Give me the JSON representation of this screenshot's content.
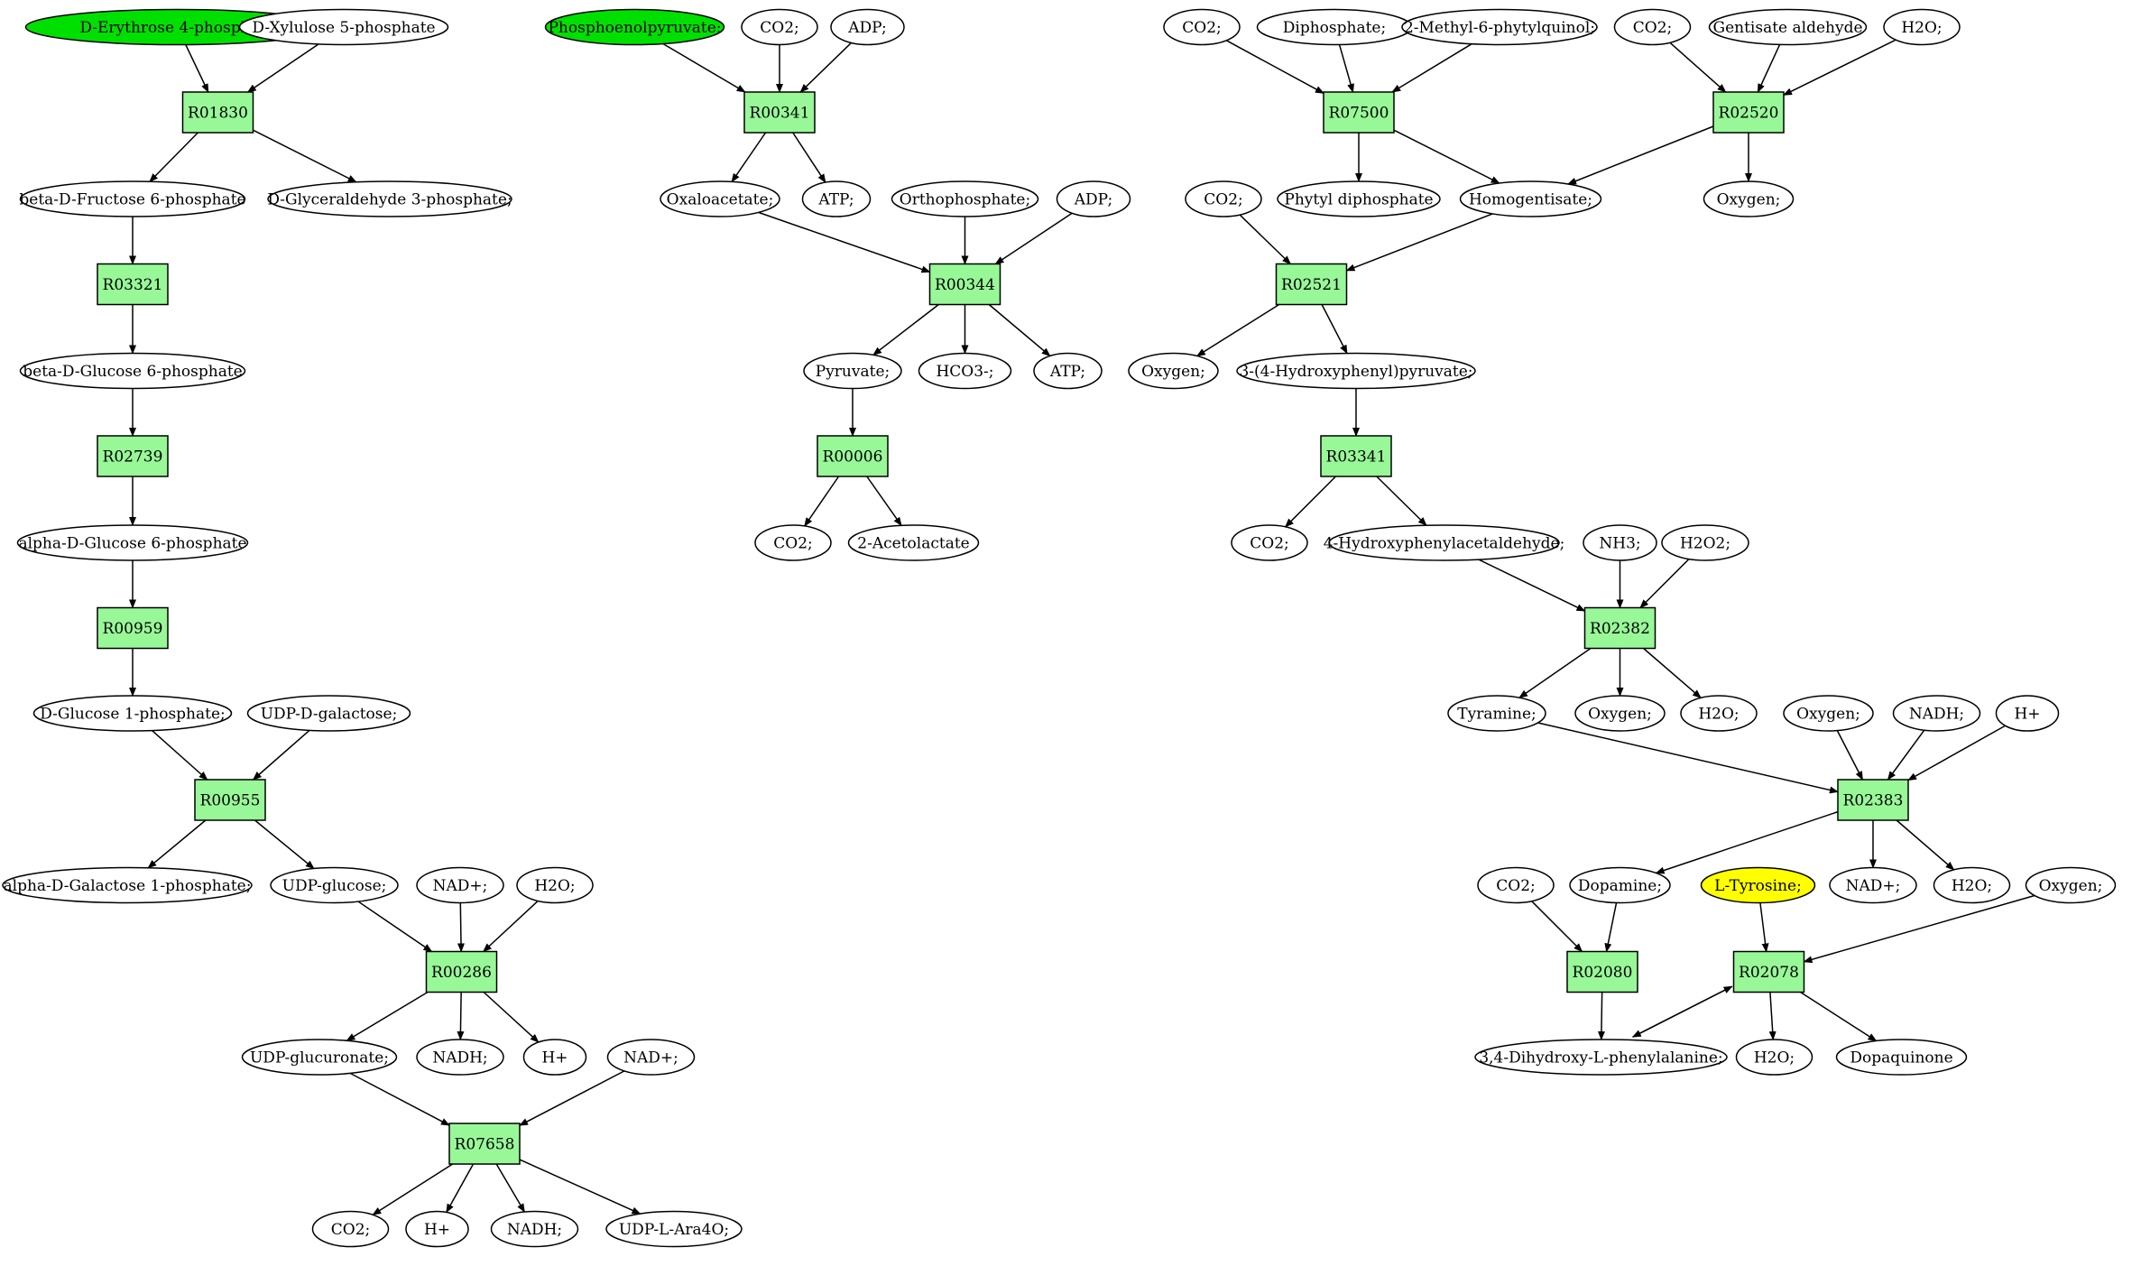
{
  "colors": {
    "start": "#00e000",
    "target": "#ffff00",
    "reaction": "#98f898",
    "compound": "#ffffff"
  },
  "nodes": [
    {
      "id": "c_e4p",
      "kind": "compound",
      "label": "D-Erythrose 4-phosphate",
      "style": "start"
    },
    {
      "id": "c_x5p",
      "kind": "compound",
      "label": "D-Xylulose 5-phosphate"
    },
    {
      "id": "r_R01830",
      "kind": "reaction",
      "label": "R01830"
    },
    {
      "id": "c_bdf6p",
      "kind": "compound",
      "label": "beta-D-Fructose 6-phosphate"
    },
    {
      "id": "c_g3p",
      "kind": "compound",
      "label": "D-Glyceraldehyde 3-phosphate;"
    },
    {
      "id": "r_R03321",
      "kind": "reaction",
      "label": "R03321"
    },
    {
      "id": "c_bdg6p",
      "kind": "compound",
      "label": "beta-D-Glucose 6-phosphate"
    },
    {
      "id": "r_R02739",
      "kind": "reaction",
      "label": "R02739"
    },
    {
      "id": "c_adg6p",
      "kind": "compound",
      "label": "alpha-D-Glucose 6-phosphate"
    },
    {
      "id": "r_R00959",
      "kind": "reaction",
      "label": "R00959"
    },
    {
      "id": "c_dg1p",
      "kind": "compound",
      "label": "D-Glucose 1-phosphate;"
    },
    {
      "id": "c_udpgal",
      "kind": "compound",
      "label": "UDP-D-galactose;"
    },
    {
      "id": "r_R00955",
      "kind": "reaction",
      "label": "R00955"
    },
    {
      "id": "c_adgal1p",
      "kind": "compound",
      "label": "alpha-D-Galactose 1-phosphate;"
    },
    {
      "id": "c_udpglc",
      "kind": "compound",
      "label": "UDP-glucose;"
    },
    {
      "id": "c_nadp1",
      "kind": "compound",
      "label": "NAD+;"
    },
    {
      "id": "c_h2o1",
      "kind": "compound",
      "label": "H2O;"
    },
    {
      "id": "r_R00286",
      "kind": "reaction",
      "label": "R00286"
    },
    {
      "id": "c_udpglcA",
      "kind": "compound",
      "label": "UDP-glucuronate;"
    },
    {
      "id": "c_nadh1",
      "kind": "compound",
      "label": "NADH;"
    },
    {
      "id": "c_hp1",
      "kind": "compound",
      "label": "H+"
    },
    {
      "id": "c_nadp2",
      "kind": "compound",
      "label": "NAD+;"
    },
    {
      "id": "r_R07658",
      "kind": "reaction",
      "label": "R07658"
    },
    {
      "id": "c_co2a",
      "kind": "compound",
      "label": "CO2;"
    },
    {
      "id": "c_hp2",
      "kind": "compound",
      "label": "H+"
    },
    {
      "id": "c_nadh2",
      "kind": "compound",
      "label": "NADH;"
    },
    {
      "id": "c_udpara",
      "kind": "compound",
      "label": "UDP-L-Ara4O;"
    },
    {
      "id": "c_pep",
      "kind": "compound",
      "label": "Phosphoenolpyruvate;",
      "style": "start"
    },
    {
      "id": "c_co2b",
      "kind": "compound",
      "label": "CO2;"
    },
    {
      "id": "c_adp1",
      "kind": "compound",
      "label": "ADP;"
    },
    {
      "id": "r_R00341",
      "kind": "reaction",
      "label": "R00341"
    },
    {
      "id": "c_oaa",
      "kind": "compound",
      "label": "Oxaloacetate;"
    },
    {
      "id": "c_atp1",
      "kind": "compound",
      "label": "ATP;"
    },
    {
      "id": "c_pi",
      "kind": "compound",
      "label": "Orthophosphate;"
    },
    {
      "id": "c_adp2",
      "kind": "compound",
      "label": "ADP;"
    },
    {
      "id": "r_R00344",
      "kind": "reaction",
      "label": "R00344"
    },
    {
      "id": "c_pyr",
      "kind": "compound",
      "label": "Pyruvate;"
    },
    {
      "id": "c_hco3",
      "kind": "compound",
      "label": "HCO3-;"
    },
    {
      "id": "c_atp2",
      "kind": "compound",
      "label": "ATP;"
    },
    {
      "id": "r_R00006",
      "kind": "reaction",
      "label": "R00006"
    },
    {
      "id": "c_co2c",
      "kind": "compound",
      "label": "CO2;"
    },
    {
      "id": "c_acl",
      "kind": "compound",
      "label": "2-Acetolactate"
    },
    {
      "id": "c_co2d",
      "kind": "compound",
      "label": "CO2;"
    },
    {
      "id": "c_ppi",
      "kind": "compound",
      "label": "Diphosphate;"
    },
    {
      "id": "c_mpq",
      "kind": "compound",
      "label": "2-Methyl-6-phytylquinol;"
    },
    {
      "id": "c_co2e",
      "kind": "compound",
      "label": "CO2;"
    },
    {
      "id": "c_gald",
      "kind": "compound",
      "label": "Gentisate aldehyde"
    },
    {
      "id": "c_h2o2a",
      "kind": "compound",
      "label": "H2O;"
    },
    {
      "id": "r_R07500",
      "kind": "reaction",
      "label": "R07500"
    },
    {
      "id": "r_R02520",
      "kind": "reaction",
      "label": "R02520"
    },
    {
      "id": "c_phpp",
      "kind": "compound",
      "label": "Phytyl diphosphate"
    },
    {
      "id": "c_hga",
      "kind": "compound",
      "label": "Homogentisate;"
    },
    {
      "id": "c_oxy1",
      "kind": "compound",
      "label": "Oxygen;"
    },
    {
      "id": "c_co2f",
      "kind": "compound",
      "label": "CO2;"
    },
    {
      "id": "r_R02521",
      "kind": "reaction",
      "label": "R02521"
    },
    {
      "id": "c_oxy2",
      "kind": "compound",
      "label": "Oxygen;"
    },
    {
      "id": "c_hpp",
      "kind": "compound",
      "label": "3-(4-Hydroxyphenyl)pyruvate;"
    },
    {
      "id": "r_R03341",
      "kind": "reaction",
      "label": "R03341"
    },
    {
      "id": "c_co2g",
      "kind": "compound",
      "label": "CO2;"
    },
    {
      "id": "c_hpa",
      "kind": "compound",
      "label": "4-Hydroxyphenylacetaldehyde;"
    },
    {
      "id": "c_nh3",
      "kind": "compound",
      "label": "NH3;"
    },
    {
      "id": "c_h2o2",
      "kind": "compound",
      "label": "H2O2;"
    },
    {
      "id": "r_R02382",
      "kind": "reaction",
      "label": "R02382"
    },
    {
      "id": "c_tyr",
      "kind": "compound",
      "label": "Tyramine;"
    },
    {
      "id": "c_oxy3",
      "kind": "compound",
      "label": "Oxygen;"
    },
    {
      "id": "c_h2o3",
      "kind": "compound",
      "label": "H2O;"
    },
    {
      "id": "c_oxy4",
      "kind": "compound",
      "label": "Oxygen;"
    },
    {
      "id": "c_nadh3",
      "kind": "compound",
      "label": "NADH;"
    },
    {
      "id": "c_hp3",
      "kind": "compound",
      "label": "H+"
    },
    {
      "id": "r_R02383",
      "kind": "reaction",
      "label": "R02383"
    },
    {
      "id": "c_co2h",
      "kind": "compound",
      "label": "CO2;"
    },
    {
      "id": "c_dop",
      "kind": "compound",
      "label": "Dopamine;"
    },
    {
      "id": "c_ltyr",
      "kind": "compound",
      "label": "L-Tyrosine;",
      "style": "target"
    },
    {
      "id": "c_nadp3",
      "kind": "compound",
      "label": "NAD+;"
    },
    {
      "id": "c_h2o4",
      "kind": "compound",
      "label": "H2O;"
    },
    {
      "id": "c_oxy5",
      "kind": "compound",
      "label": "Oxygen;"
    },
    {
      "id": "r_R02080",
      "kind": "reaction",
      "label": "R02080"
    },
    {
      "id": "r_R02078",
      "kind": "reaction",
      "label": "R02078"
    },
    {
      "id": "c_dopa",
      "kind": "compound",
      "label": "3,4-Dihydroxy-L-phenylalanine;"
    },
    {
      "id": "c_h2o5",
      "kind": "compound",
      "label": "H2O;"
    },
    {
      "id": "c_dq",
      "kind": "compound",
      "label": "Dopaquinone"
    }
  ],
  "edges": [
    [
      "c_e4p",
      "r_R01830"
    ],
    [
      "c_x5p",
      "r_R01830"
    ],
    [
      "r_R01830",
      "c_bdf6p"
    ],
    [
      "r_R01830",
      "c_g3p"
    ],
    [
      "c_bdf6p",
      "r_R03321"
    ],
    [
      "r_R03321",
      "c_bdg6p"
    ],
    [
      "c_bdg6p",
      "r_R02739"
    ],
    [
      "r_R02739",
      "c_adg6p"
    ],
    [
      "c_adg6p",
      "r_R00959"
    ],
    [
      "r_R00959",
      "c_dg1p"
    ],
    [
      "c_dg1p",
      "r_R00955"
    ],
    [
      "c_udpgal",
      "r_R00955"
    ],
    [
      "r_R00955",
      "c_adgal1p"
    ],
    [
      "r_R00955",
      "c_udpglc"
    ],
    [
      "c_udpglc",
      "r_R00286"
    ],
    [
      "c_nadp1",
      "r_R00286"
    ],
    [
      "c_h2o1",
      "r_R00286"
    ],
    [
      "r_R00286",
      "c_udpglcA"
    ],
    [
      "r_R00286",
      "c_nadh1"
    ],
    [
      "r_R00286",
      "c_hp1"
    ],
    [
      "c_udpglcA",
      "r_R07658"
    ],
    [
      "c_nadp2",
      "r_R07658"
    ],
    [
      "r_R07658",
      "c_co2a"
    ],
    [
      "r_R07658",
      "c_hp2"
    ],
    [
      "r_R07658",
      "c_nadh2"
    ],
    [
      "r_R07658",
      "c_udpara"
    ],
    [
      "c_pep",
      "r_R00341"
    ],
    [
      "c_co2b",
      "r_R00341"
    ],
    [
      "c_adp1",
      "r_R00341"
    ],
    [
      "r_R00341",
      "c_oaa"
    ],
    [
      "r_R00341",
      "c_atp1"
    ],
    [
      "c_oaa",
      "r_R00344"
    ],
    [
      "c_pi",
      "r_R00344"
    ],
    [
      "c_adp2",
      "r_R00344"
    ],
    [
      "r_R00344",
      "c_pyr"
    ],
    [
      "r_R00344",
      "c_hco3"
    ],
    [
      "r_R00344",
      "c_atp2"
    ],
    [
      "c_pyr",
      "r_R00006"
    ],
    [
      "r_R00006",
      "c_co2c"
    ],
    [
      "r_R00006",
      "c_acl"
    ],
    [
      "c_co2d",
      "r_R07500"
    ],
    [
      "c_ppi",
      "r_R07500"
    ],
    [
      "c_mpq",
      "r_R07500"
    ],
    [
      "r_R07500",
      "c_phpp"
    ],
    [
      "r_R07500",
      "c_hga"
    ],
    [
      "c_co2e",
      "r_R02520"
    ],
    [
      "c_gald",
      "r_R02520"
    ],
    [
      "c_h2o2a",
      "r_R02520"
    ],
    [
      "r_R02520",
      "c_hga"
    ],
    [
      "r_R02520",
      "c_oxy1"
    ],
    [
      "c_co2f",
      "r_R02521"
    ],
    [
      "c_hga",
      "r_R02521"
    ],
    [
      "r_R02521",
      "c_oxy2"
    ],
    [
      "r_R02521",
      "c_hpp"
    ],
    [
      "c_hpp",
      "r_R03341"
    ],
    [
      "r_R03341",
      "c_co2g"
    ],
    [
      "r_R03341",
      "c_hpa"
    ],
    [
      "c_hpa",
      "r_R02382"
    ],
    [
      "c_nh3",
      "r_R02382"
    ],
    [
      "c_h2o2",
      "r_R02382"
    ],
    [
      "r_R02382",
      "c_tyr"
    ],
    [
      "r_R02382",
      "c_oxy3"
    ],
    [
      "r_R02382",
      "c_h2o3"
    ],
    [
      "c_tyr",
      "r_R02383"
    ],
    [
      "c_oxy4",
      "r_R02383"
    ],
    [
      "c_nadh3",
      "r_R02383"
    ],
    [
      "c_hp3",
      "r_R02383"
    ],
    [
      "r_R02383",
      "c_dop"
    ],
    [
      "r_R02383",
      "c_nadp3"
    ],
    [
      "r_R02383",
      "c_h2o4"
    ],
    [
      "c_co2h",
      "r_R02080"
    ],
    [
      "c_dop",
      "r_R02080"
    ],
    [
      "r_R02080",
      "c_dopa"
    ],
    [
      "c_ltyr",
      "r_R02078"
    ],
    [
      "c_oxy5",
      "r_R02078"
    ],
    [
      "r_R02078",
      "c_dopa"
    ],
    [
      "c_dopa",
      "r_R02078"
    ],
    [
      "r_R02078",
      "c_h2o5"
    ],
    [
      "r_R02078",
      "c_dq"
    ]
  ]
}
